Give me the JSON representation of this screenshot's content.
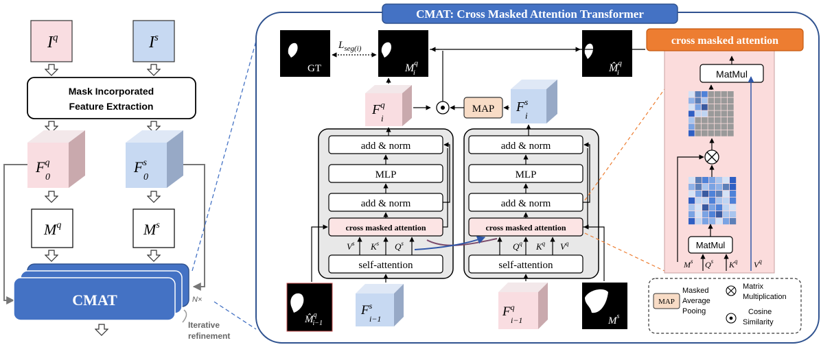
{
  "left": {
    "input_query": "I",
    "input_query_sup": "q",
    "input_support": "I",
    "input_support_sup": "s",
    "mife_line1": "Mask Incorporated",
    "mife_line2": "Feature Extraction",
    "feat_query": "F",
    "feat_query_sup": "q",
    "feat_query_sub": "0",
    "feat_support": "F",
    "feat_support_sup": "s",
    "feat_support_sub": "0",
    "mask_query": "M",
    "mask_query_sup": "q",
    "mask_support": "M",
    "mask_support_sup": "s",
    "cmat_label": "CMAT",
    "n_times": "N×",
    "iter_line1": "Iterative",
    "iter_line2": "refinement"
  },
  "main": {
    "title": "CMAT: Cross Masked Attention Transformer",
    "gt": "GT",
    "loss_L": "L",
    "loss_sub": "seg(i)",
    "mi_q": "M",
    "mi_q_sup": "q",
    "mi_q_sub": "i",
    "mhat_q": "M̂",
    "mhat_q_sup": "q",
    "mhat_q_sub": "i",
    "fi_q": "F",
    "fi_q_sup": "q",
    "fi_q_sub": "i",
    "fi_s": "F",
    "fi_s_sup": "s",
    "fi_s_sub": "i",
    "map": "MAP",
    "dot_symbol": "•",
    "block_add_norm": "add & norm",
    "block_mlp": "MLP",
    "block_cma": "cross masked attention",
    "block_self_attn": "self-attention",
    "left_inputs": [
      "V",
      "K",
      "Q"
    ],
    "left_inputs_sup": [
      "s",
      "s",
      "s"
    ],
    "right_inputs": [
      "Q",
      "K",
      "V"
    ],
    "right_inputs_sup": [
      "q",
      "q",
      "q"
    ],
    "mhat_prev": "M̂",
    "mhat_prev_sup": "q",
    "mhat_prev_sub": "i−1",
    "fs_prev": "F",
    "fs_prev_sup": "s",
    "fs_prev_sub": "i−1",
    "fq_prev": "F",
    "fq_prev_sup": "q",
    "fq_prev_sub": "i−1",
    "ms_bottom": "M",
    "ms_bottom_sup": "s"
  },
  "detail": {
    "title": "cross masked attention",
    "matmul": "MatMul",
    "inputs": [
      "M",
      "Q",
      "K",
      "V"
    ],
    "inputs_sup": [
      "s",
      "s",
      "q",
      "q"
    ]
  },
  "legend": {
    "map": "MAP",
    "map_desc": [
      "Masked",
      "Average",
      "Pooing"
    ],
    "matrix_desc": [
      "Matrix",
      "Multiplication"
    ],
    "cos_desc": [
      "Cosine",
      "Similarity"
    ]
  },
  "colors": {
    "pink_face": "#f9dde1",
    "pink_side": "#c9a9ad",
    "blue_face": "#c7d9f2",
    "blue_side": "#97a9c6",
    "cmat_blue": "#4472c4",
    "map_fill": "#f8dcc6",
    "detail_bg": "#fbdcdc",
    "detail_header": "#ed7d31",
    "block_bg": "#e8e8e8",
    "cma_fill": "#fce4e4"
  }
}
